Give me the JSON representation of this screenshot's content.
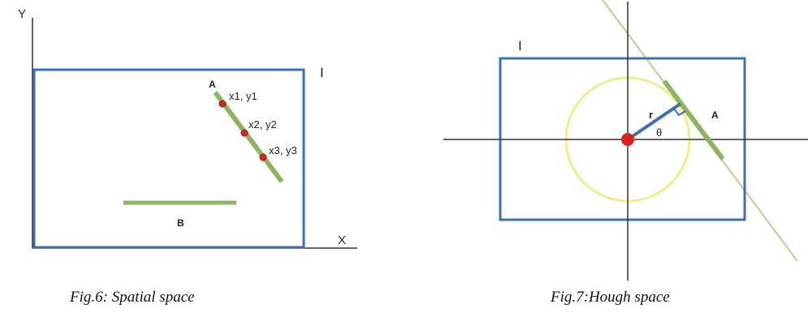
{
  "figure_left": {
    "axis_y_label": "Y",
    "axis_x_label": "X",
    "image_marker": "I",
    "line_a_label": "A",
    "line_b_label": "B",
    "points": [
      {
        "label": "x1, y1"
      },
      {
        "label": "x2, y2"
      },
      {
        "label": "x3, y3"
      }
    ],
    "caption": "Fig.6: Spatial space"
  },
  "figure_right": {
    "image_marker": "I",
    "line_a_label": "A",
    "radius_label": "r",
    "angle_label": "θ",
    "caption": "Fig.7:Hough space"
  },
  "colors": {
    "frame": "#3d6fb4",
    "line": "#8db460",
    "line_thin": "#b8d08e",
    "point": "#e02020",
    "circle": "#eeee88",
    "radius": "#3d6fb4",
    "axis": "#333333"
  }
}
